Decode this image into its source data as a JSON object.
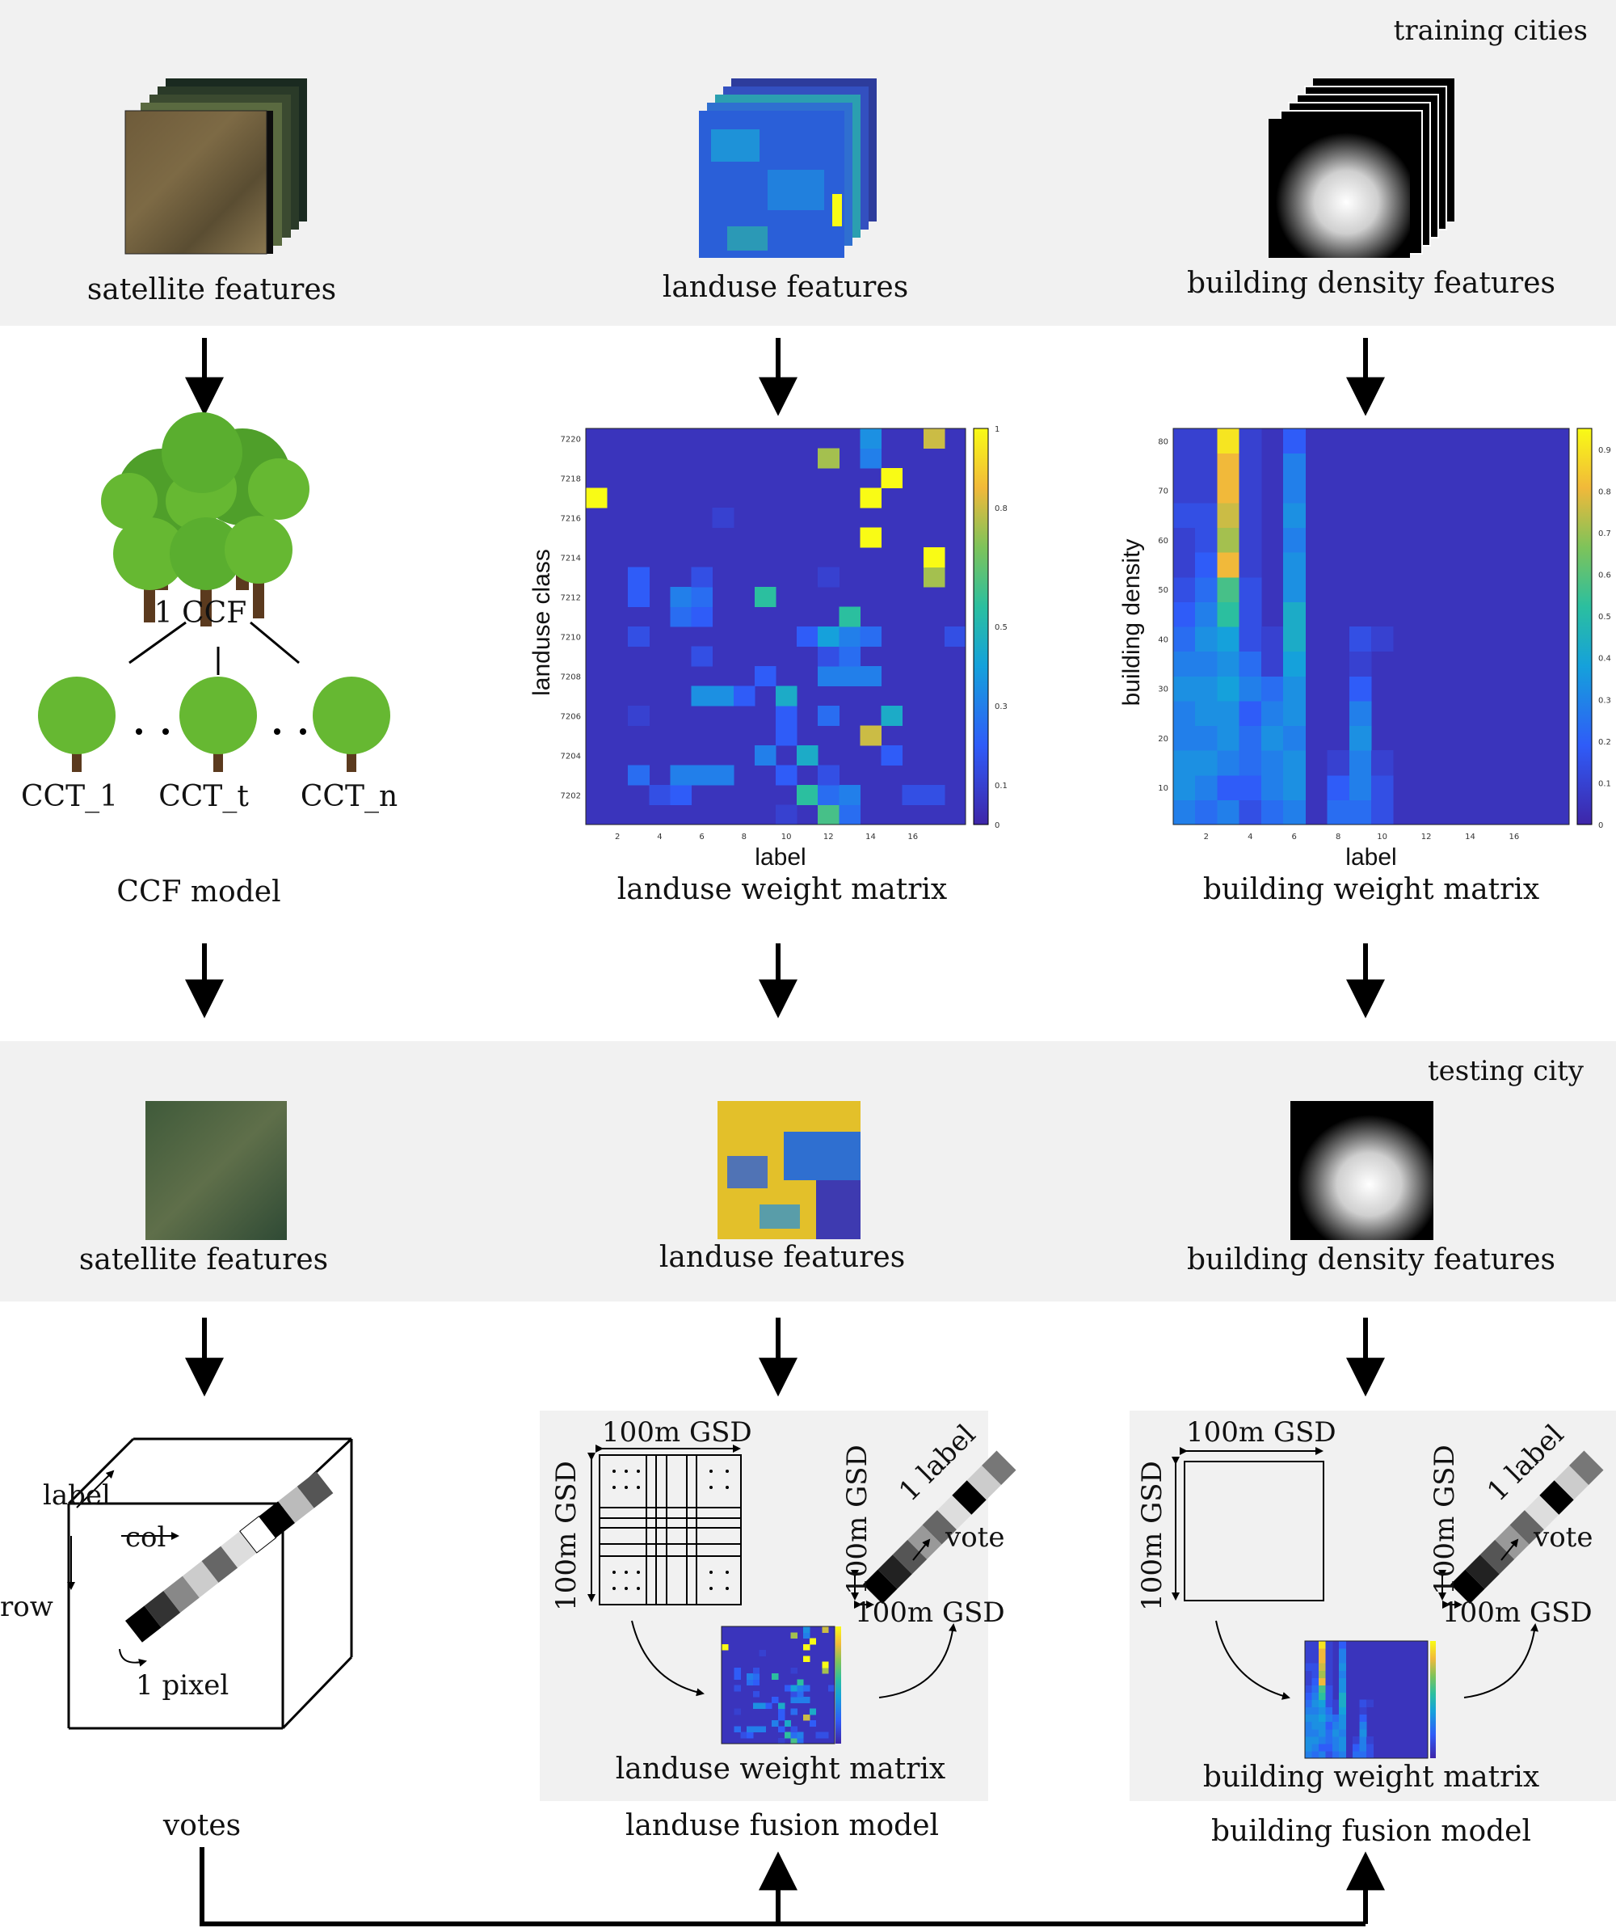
{
  "training": {
    "tag": "training cities",
    "satellite": "satellite features",
    "landuse": "landuse features",
    "building": "building density features"
  },
  "model_row": {
    "ccf_root": "1 CCF",
    "trees": [
      "CCT_1",
      "CCT_t",
      "CCT_n"
    ],
    "ccf_caption": "CCF model",
    "landuse_caption": "landuse weight matrix",
    "building_caption": "building weight matrix"
  },
  "testing": {
    "tag": "testing city",
    "satellite": "satellite features",
    "landuse": "landuse features",
    "building": "building density features"
  },
  "bottom": {
    "cube": {
      "label": "label",
      "col": "col",
      "row": "row",
      "pixel": "1 pixel"
    },
    "votes": "votes",
    "landuse_box": {
      "gsd": "100m GSD",
      "label": "1 label",
      "vote": "vote",
      "matrix": "landuse weight matrix"
    },
    "landuse_caption": "landuse fusion model",
    "building_box": {
      "gsd": "100m GSD",
      "label": "1 label",
      "vote": "vote",
      "matrix": "building weight matrix"
    },
    "building_caption": "building fusion model"
  },
  "colors": {
    "band": "#f1f1f1",
    "hm_low": "#3e26a8",
    "hm_high": "#f9fb15"
  },
  "chart_data": [
    {
      "type": "heatmap",
      "name_hint": "landuse weight matrix",
      "xlabel": "label",
      "ylabel": "landuse class",
      "x_ticks": [
        "2",
        "4",
        "6",
        "8",
        "10",
        "12",
        "14",
        "16"
      ],
      "y_ticks": [
        "7202",
        "7204",
        "7206",
        "7208",
        "7210",
        "7212",
        "7214",
        "7216",
        "7218",
        "7220"
      ],
      "colorbar_ticks": [
        "0",
        "0.1",
        "0.3",
        "0.5",
        "0.8",
        "1"
      ],
      "ncols": 18,
      "nrows": 20,
      "background_value": 0.05,
      "cells": [
        {
          "c": 17,
          "r": 19,
          "v": 0.8
        },
        {
          "c": 14,
          "r": 19,
          "v": 0.35
        },
        {
          "c": 12,
          "r": 18,
          "v": 0.75
        },
        {
          "c": 14,
          "r": 18,
          "v": 0.3
        },
        {
          "c": 15,
          "r": 17,
          "v": 1.0
        },
        {
          "c": 14,
          "r": 16,
          "v": 1.0
        },
        {
          "c": 1,
          "r": 16,
          "v": 1.0
        },
        {
          "c": 7,
          "r": 15,
          "v": 0.1
        },
        {
          "c": 14,
          "r": 14,
          "v": 1.0
        },
        {
          "c": 17,
          "r": 13,
          "v": 1.0
        },
        {
          "c": 17,
          "r": 12,
          "v": 0.75
        },
        {
          "c": 3,
          "r": 12,
          "v": 0.2
        },
        {
          "c": 6,
          "r": 12,
          "v": 0.15
        },
        {
          "c": 12,
          "r": 12,
          "v": 0.1
        },
        {
          "c": 3,
          "r": 11,
          "v": 0.2
        },
        {
          "c": 5,
          "r": 11,
          "v": 0.3
        },
        {
          "c": 6,
          "r": 11,
          "v": 0.25
        },
        {
          "c": 9,
          "r": 11,
          "v": 0.55
        },
        {
          "c": 5,
          "r": 10,
          "v": 0.25
        },
        {
          "c": 6,
          "r": 10,
          "v": 0.2
        },
        {
          "c": 13,
          "r": 10,
          "v": 0.55
        },
        {
          "c": 3,
          "r": 9,
          "v": 0.15
        },
        {
          "c": 11,
          "r": 9,
          "v": 0.2
        },
        {
          "c": 12,
          "r": 9,
          "v": 0.4
        },
        {
          "c": 13,
          "r": 9,
          "v": 0.3
        },
        {
          "c": 14,
          "r": 9,
          "v": 0.25
        },
        {
          "c": 18,
          "r": 9,
          "v": 0.15
        },
        {
          "c": 13,
          "r": 8,
          "v": 0.25
        },
        {
          "c": 6,
          "r": 8,
          "v": 0.15
        },
        {
          "c": 12,
          "r": 8,
          "v": 0.15
        },
        {
          "c": 9,
          "r": 7,
          "v": 0.2
        },
        {
          "c": 12,
          "r": 7,
          "v": 0.3
        },
        {
          "c": 13,
          "r": 7,
          "v": 0.3
        },
        {
          "c": 14,
          "r": 7,
          "v": 0.3
        },
        {
          "c": 6,
          "r": 6,
          "v": 0.35
        },
        {
          "c": 7,
          "r": 6,
          "v": 0.35
        },
        {
          "c": 8,
          "r": 6,
          "v": 0.2
        },
        {
          "c": 10,
          "r": 6,
          "v": 0.45
        },
        {
          "c": 3,
          "r": 5,
          "v": 0.1
        },
        {
          "c": 10,
          "r": 5,
          "v": 0.2
        },
        {
          "c": 12,
          "r": 5,
          "v": 0.25
        },
        {
          "c": 15,
          "r": 5,
          "v": 0.45
        },
        {
          "c": 10,
          "r": 4,
          "v": 0.2
        },
        {
          "c": 14,
          "r": 4,
          "v": 0.8
        },
        {
          "c": 9,
          "r": 3,
          "v": 0.3
        },
        {
          "c": 11,
          "r": 3,
          "v": 0.45
        },
        {
          "c": 15,
          "r": 3,
          "v": 0.2
        },
        {
          "c": 3,
          "r": 2,
          "v": 0.25
        },
        {
          "c": 5,
          "r": 2,
          "v": 0.3
        },
        {
          "c": 6,
          "r": 2,
          "v": 0.3
        },
        {
          "c": 7,
          "r": 2,
          "v": 0.3
        },
        {
          "c": 10,
          "r": 2,
          "v": 0.2
        },
        {
          "c": 12,
          "r": 2,
          "v": 0.15
        },
        {
          "c": 4,
          "r": 1,
          "v": 0.15
        },
        {
          "c": 5,
          "r": 1,
          "v": 0.2
        },
        {
          "c": 11,
          "r": 1,
          "v": 0.55
        },
        {
          "c": 12,
          "r": 1,
          "v": 0.25
        },
        {
          "c": 13,
          "r": 1,
          "v": 0.3
        },
        {
          "c": 16,
          "r": 1,
          "v": 0.15
        },
        {
          "c": 17,
          "r": 1,
          "v": 0.15
        },
        {
          "c": 10,
          "r": 0,
          "v": 0.1
        },
        {
          "c": 12,
          "r": 0,
          "v": 0.6
        },
        {
          "c": 13,
          "r": 0,
          "v": 0.25
        }
      ]
    },
    {
      "type": "heatmap",
      "name_hint": "building weight matrix",
      "xlabel": "label",
      "ylabel": "building density",
      "x_ticks": [
        "2",
        "4",
        "6",
        "8",
        "10",
        "12",
        "14",
        "16"
      ],
      "y_ticks": [
        "10",
        "20",
        "30",
        "40",
        "50",
        "60",
        "70",
        "80"
      ],
      "colorbar_ticks": [
        "0",
        "0.1",
        "0.2",
        "0.3",
        "0.4",
        "0.5",
        "0.6",
        "0.7",
        "0.8",
        "0.9"
      ],
      "ncols": 18,
      "nrows": 16,
      "background_value": 0.05,
      "columns": [
        {
          "c": 1,
          "values": [
            0.3,
            0.35,
            0.35,
            0.3,
            0.3,
            0.35,
            0.3,
            0.25,
            0.2,
            0.15,
            0.1,
            0.1,
            0.15,
            0.1,
            0.1,
            0.1
          ]
        },
        {
          "c": 2,
          "values": [
            0.25,
            0.3,
            0.35,
            0.3,
            0.35,
            0.35,
            0.3,
            0.35,
            0.3,
            0.25,
            0.2,
            0.15,
            0.15,
            0.1,
            0.1,
            0.1
          ]
        },
        {
          "c": 3,
          "values": [
            0.3,
            0.2,
            0.3,
            0.35,
            0.35,
            0.4,
            0.35,
            0.4,
            0.55,
            0.6,
            0.85,
            0.75,
            0.8,
            0.85,
            0.85,
            0.95
          ]
        },
        {
          "c": 4,
          "values": [
            0.15,
            0.2,
            0.25,
            0.25,
            0.2,
            0.3,
            0.25,
            0.15,
            0.15,
            0.15,
            0.1,
            0.1,
            0.1,
            0.1,
            0.1,
            0.1
          ]
        },
        {
          "c": 5,
          "values": [
            0.25,
            0.3,
            0.3,
            0.35,
            0.3,
            0.25,
            0.1,
            0.1,
            0.05,
            0.05,
            0.05,
            0.05,
            0.05,
            0.05,
            0.05,
            0.05
          ]
        },
        {
          "c": 6,
          "values": [
            0.3,
            0.35,
            0.35,
            0.3,
            0.35,
            0.35,
            0.4,
            0.45,
            0.45,
            0.35,
            0.35,
            0.3,
            0.35,
            0.3,
            0.3,
            0.2
          ]
        },
        {
          "c": 8,
          "values": [
            0.25,
            0.2,
            0.1,
            0.05,
            0.05,
            0.05,
            0.05,
            0.05,
            0.05,
            0.05,
            0.05,
            0.05,
            0.05,
            0.05,
            0.05,
            0.05
          ]
        },
        {
          "c": 9,
          "values": [
            0.25,
            0.3,
            0.3,
            0.35,
            0.3,
            0.2,
            0.1,
            0.15,
            0.05,
            0.05,
            0.05,
            0.05,
            0.05,
            0.05,
            0.05,
            0.05
          ]
        },
        {
          "c": 10,
          "values": [
            0.15,
            0.15,
            0.1,
            0.05,
            0.05,
            0.05,
            0.05,
            0.1,
            0.05,
            0.05,
            0.05,
            0.05,
            0.05,
            0.05,
            0.05,
            0.05
          ]
        }
      ]
    }
  ]
}
